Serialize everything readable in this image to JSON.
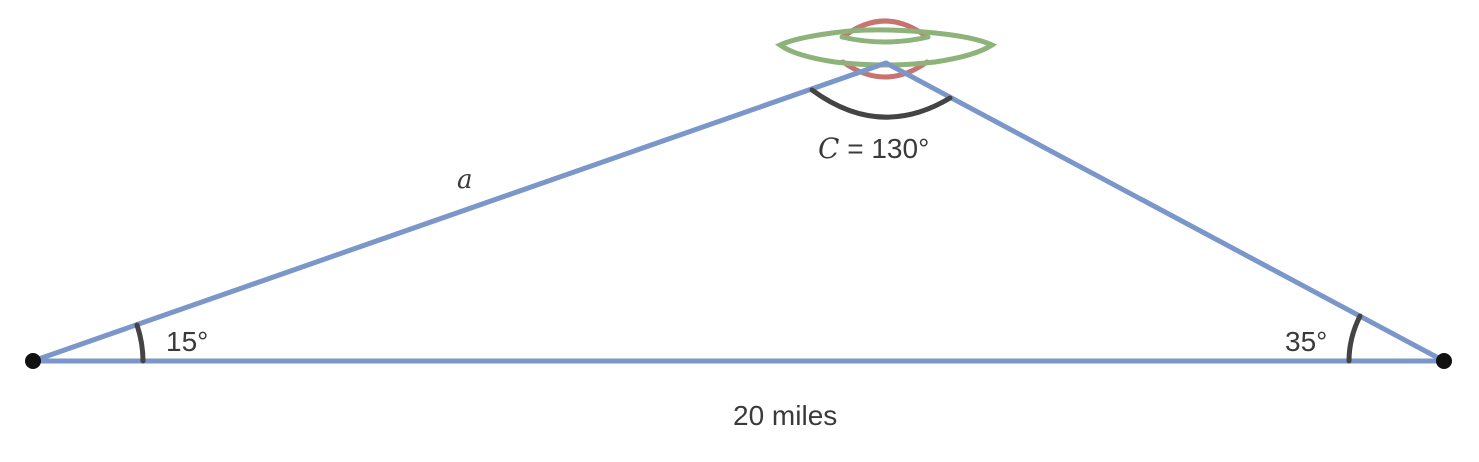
{
  "colors": {
    "triangle_sides": "#7b97c9",
    "angle_arcs": "#444444",
    "points": "#111111",
    "ufo_body": "#8db37a",
    "ufo_dome": "#c9736f",
    "label_text": "#3a3a3a"
  },
  "labels": {
    "angle_left": "15°",
    "angle_right": "35°",
    "angle_top_var": "C",
    "angle_top_value": " = 130°",
    "side_var": "a",
    "base": "20 miles"
  },
  "icons": {
    "top_object": "ufo-icon",
    "vertex_markers": "dot-icon"
  }
}
